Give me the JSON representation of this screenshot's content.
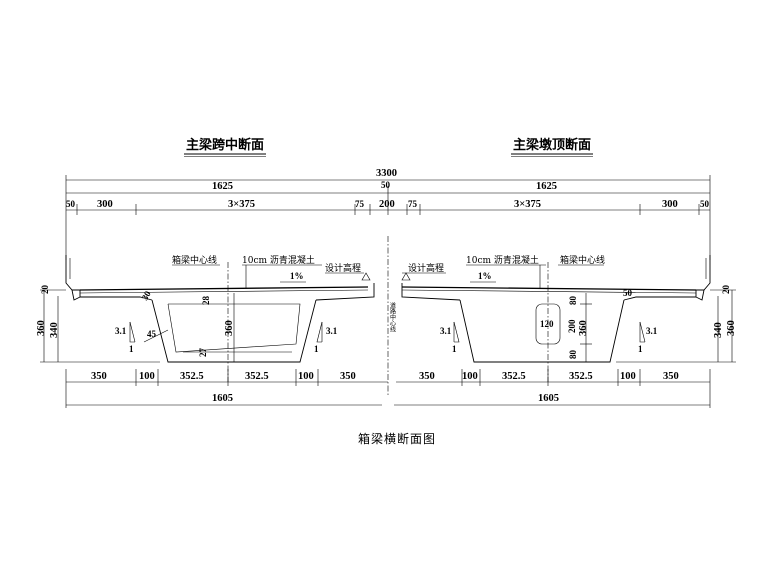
{
  "titles": {
    "left": "主梁跨中断面",
    "right": "主梁墩顶断面",
    "caption": "箱梁横断面图"
  },
  "top_dims": {
    "total": "3300",
    "half_left": "1625",
    "half_right": "1625",
    "segments": [
      "50",
      "300",
      "3×375",
      "75",
      "200",
      "50",
      "75",
      "3×375",
      "300",
      "50"
    ]
  },
  "bottom_dims": {
    "left": [
      "350",
      "100",
      "352.5",
      "352.5",
      "100",
      "350"
    ],
    "right": [
      "350",
      "100",
      "352.5",
      "352.5",
      "100",
      "350"
    ],
    "left_total": "1605",
    "right_total": "1605"
  },
  "vertical_dims": {
    "left_outer": "360",
    "left_inner": "340",
    "left_parapet": "20",
    "left_span_height": "360",
    "left_top_slab": "28",
    "left_bottom_slab": "27",
    "left_web": "45",
    "left_cantilever": "30",
    "left_slope": "3.1",
    "right_outer": "360",
    "right_inner": "340",
    "right_parapet": "20",
    "right_pier_height": "360",
    "right_top": "80",
    "right_mid": "200",
    "right_bottom": "80",
    "right_manhole_width": "120",
    "right_cantilever": "50",
    "right_slope": "3.1",
    "slope_one": "1",
    "left_slope_a": "3.1",
    "right_slope_a": "3.1"
  },
  "notes": {
    "box_centerline_left": "箱梁中心线",
    "box_centerline_right": "箱梁中心线",
    "pavement_left": "10cm 沥青混凝土",
    "pavement_right": "10cm 沥青混凝土",
    "crossfall_left": "1%",
    "crossfall_right": "1%",
    "design_elev_left": "设计高程",
    "design_elev_right": "设计高程",
    "road_centerline": "道路中心线"
  }
}
